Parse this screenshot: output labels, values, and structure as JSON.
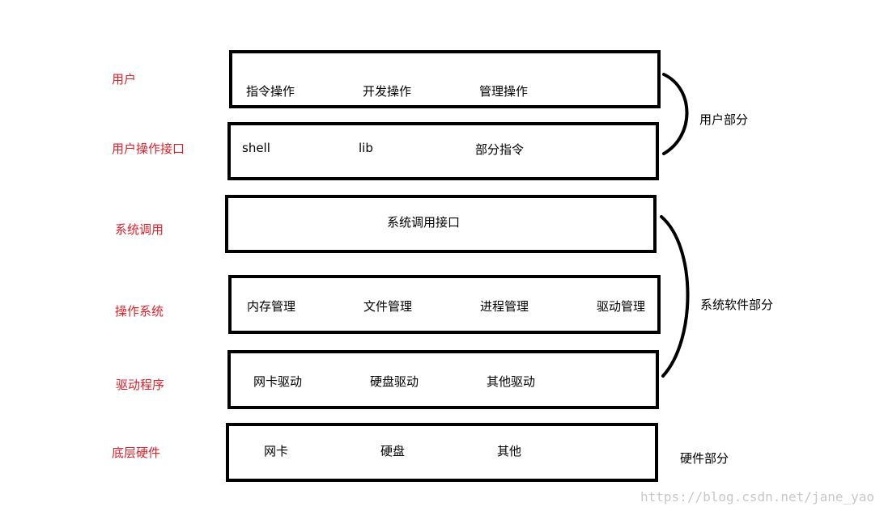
{
  "label_color": "#e0202a",
  "layers": [
    {
      "label": "用户",
      "items": [
        "指令操作",
        "开发操作",
        "管理操作"
      ]
    },
    {
      "label": "用户操作接口",
      "items": [
        "shell",
        "lib",
        "部分指令"
      ]
    },
    {
      "label": "系统调用",
      "items": [
        "系统调用接口"
      ]
    },
    {
      "label": "操作系统",
      "items": [
        "内存管理",
        "文件管理",
        "进程管理",
        "驱动管理"
      ]
    },
    {
      "label": "驱动程序",
      "items": [
        "网卡驱动",
        "硬盘驱动",
        "其他驱动"
      ]
    },
    {
      "label": "底层硬件",
      "items": [
        "网卡",
        "硬盘",
        "其他"
      ]
    }
  ],
  "groups": {
    "user_part": "用户部分",
    "system_software_part": "系统软件部分",
    "hardware_part": "硬件部分"
  },
  "watermark": "https://blog.csdn.net/jane_yao"
}
